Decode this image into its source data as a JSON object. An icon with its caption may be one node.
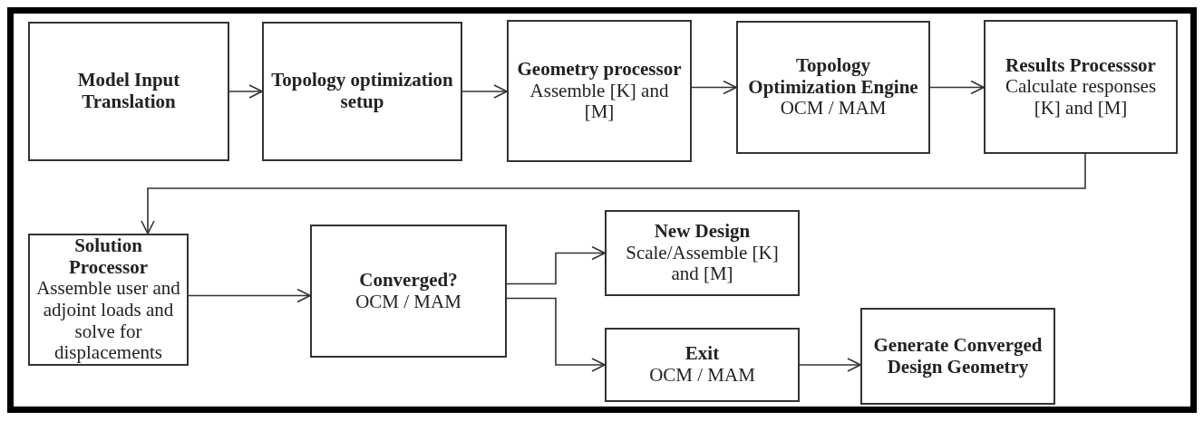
{
  "diagram": {
    "nodes": [
      {
        "text": [
          "Model Input Translation"
        ]
      },
      {
        "text": [
          "Topology optimization setup"
        ]
      },
      {
        "text": [
          "Geometry processor",
          "Assemble [K] and [M]"
        ]
      },
      {
        "text": [
          "Topology Optimization Engine",
          "OCM / MAM"
        ]
      },
      {
        "text": [
          "Results Processsor",
          "Calculate responses [K] and [M]"
        ]
      },
      {
        "text": [
          "Solution Processor",
          "Assemble user and adjoint loads and solve for displacements"
        ]
      },
      {
        "text": [
          "Converged?",
          "OCM / MAM"
        ]
      },
      {
        "text": [
          "New Design",
          "Scale/Assemble [K] and [M]"
        ]
      },
      {
        "text": [
          "Exit",
          "OCM / MAM"
        ]
      },
      {
        "text": [
          "Generate Converged Design Geometry"
        ]
      }
    ],
    "edges": [
      {
        "from": 0,
        "to": 1,
        "arrow": "to"
      },
      {
        "from": 1,
        "to": 2,
        "arrow": "to"
      },
      {
        "from": 2,
        "to": 3,
        "arrow": "to"
      },
      {
        "from": 3,
        "to": 4,
        "arrow": "to"
      },
      {
        "from": 4,
        "to": 5,
        "arrow": "to"
      },
      {
        "from": 5,
        "to": 6,
        "arrow": "to"
      },
      {
        "from": 6,
        "to": 7,
        "arrow": "to"
      },
      {
        "from": 6,
        "to": 8,
        "arrow": "to"
      },
      {
        "from": 8,
        "to": 9,
        "arrow": "to"
      }
    ]
  }
}
